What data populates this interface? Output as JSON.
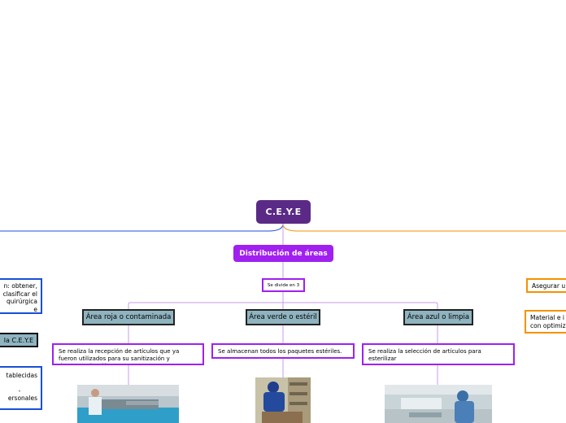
{
  "root": {
    "label": "C.E.Y.E"
  },
  "distribution": {
    "label": "Distribución de áreas"
  },
  "divide": {
    "label": "Se divide en 3"
  },
  "areas": [
    {
      "title": "Área roja o contaminada",
      "description": "Se realiza la recepción de artículos que ya fueron utilizados para su sanitización y descontaminación."
    },
    {
      "title": "Área verde o estéril",
      "description": "Se almacenan todos los paquetes estériles."
    },
    {
      "title": "Área azul o limpia",
      "description": "Se realiza la selección de artículos para esterilizar"
    }
  ],
  "left_branch": {
    "box1_lines": [
      "n: obtener,",
      "clasificar el",
      "quirúrgica e"
    ],
    "box2_label": "la C.E.Y.E",
    "box3_lines": [
      "tablecidas",
      "-",
      "ersonales"
    ]
  },
  "right_branch": {
    "box1_label": "Asegurar u",
    "box2_lines": [
      "Material e i",
      "con optimiz"
    ]
  },
  "colors": {
    "root": "#5b2a86",
    "distribution": "#a020f0",
    "area_fill": "#8fb4c0",
    "left_branch": "#1a4fd6",
    "right_branch": "#f39200"
  }
}
